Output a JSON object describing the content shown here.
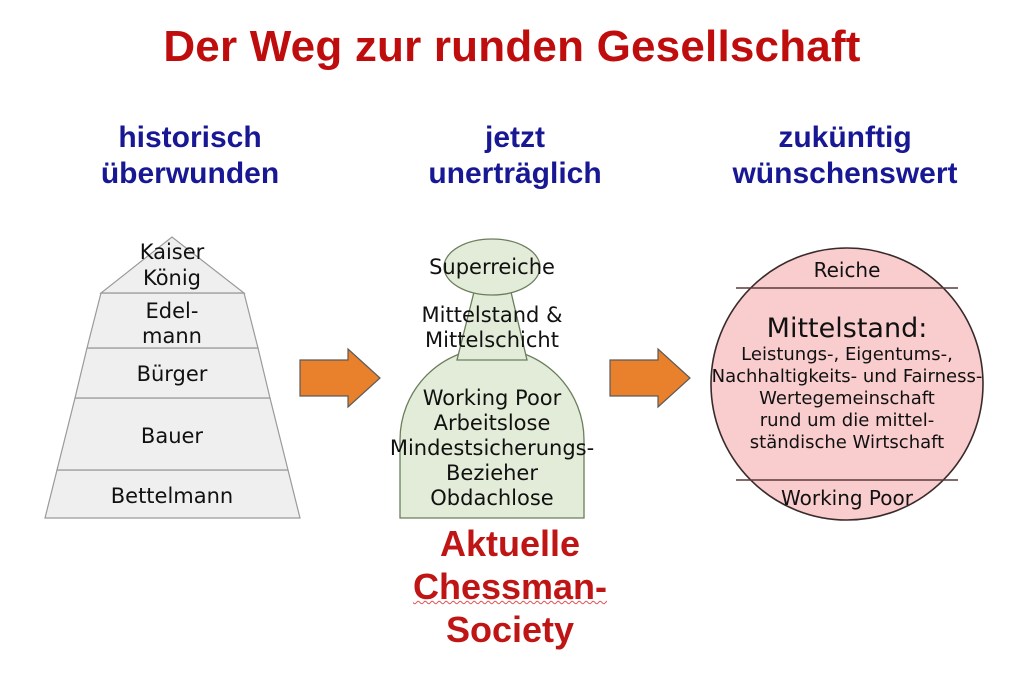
{
  "title": "Der Weg zur runden Gesellschaft",
  "columns": [
    {
      "line1": "historisch",
      "line2": "überwunden"
    },
    {
      "line1": "jetzt",
      "line2": "unerträglich"
    },
    {
      "line1": "zukünftig",
      "line2": "wünschenswert"
    }
  ],
  "pyramid": {
    "tiers": [
      {
        "line1": "Kaiser",
        "line2": "König"
      },
      {
        "line1": "Edel-",
        "line2": "mann"
      },
      {
        "line1": "Bürger",
        "line2": ""
      },
      {
        "line1": "Bauer",
        "line2": ""
      },
      {
        "line1": "Bettelmann",
        "line2": ""
      }
    ],
    "fill": "#efefef",
    "stroke": "#9a9a9a"
  },
  "pawn": {
    "top_label": "Superreiche",
    "neck_label_line1": "Mittelstand &",
    "neck_label_line2": "Mittelschicht",
    "base_labels": [
      "Working Poor",
      "Arbeitslose",
      "Mindestsicherungs-",
      "Bezieher",
      "Obdachlose"
    ],
    "fill": "#e2ecd8",
    "stroke": "#6b7d5c"
  },
  "circle": {
    "top_band": "Reiche",
    "middle_heading": "Mittelstand:",
    "middle_lines": [
      "Leistungs-, Eigentums-,",
      "Nachhaltigkeits- und Fairness-",
      "Wertegemeinschaft",
      "rund um die mittel-",
      "ständische Wirtschaft"
    ],
    "bottom_band": "Working Poor",
    "fill": "#f9ccce",
    "stroke": "#3a2b2b"
  },
  "arrows": {
    "count": 2,
    "fill": "#e8802c",
    "stroke": "#5a5a5a",
    "direction": "right"
  },
  "caption": {
    "line1": "Aktuelle",
    "line2": "Chessman-",
    "line3": "Society"
  },
  "colors": {
    "title_red": "#bf0d0d",
    "heading_blue": "#181894",
    "caption_red": "#bf1515",
    "arrow_orange": "#e8802c",
    "pyramid_grey": "#efefef",
    "pawn_green": "#e2ecd8",
    "circle_pink": "#f9ccce",
    "background": "#ffffff"
  }
}
